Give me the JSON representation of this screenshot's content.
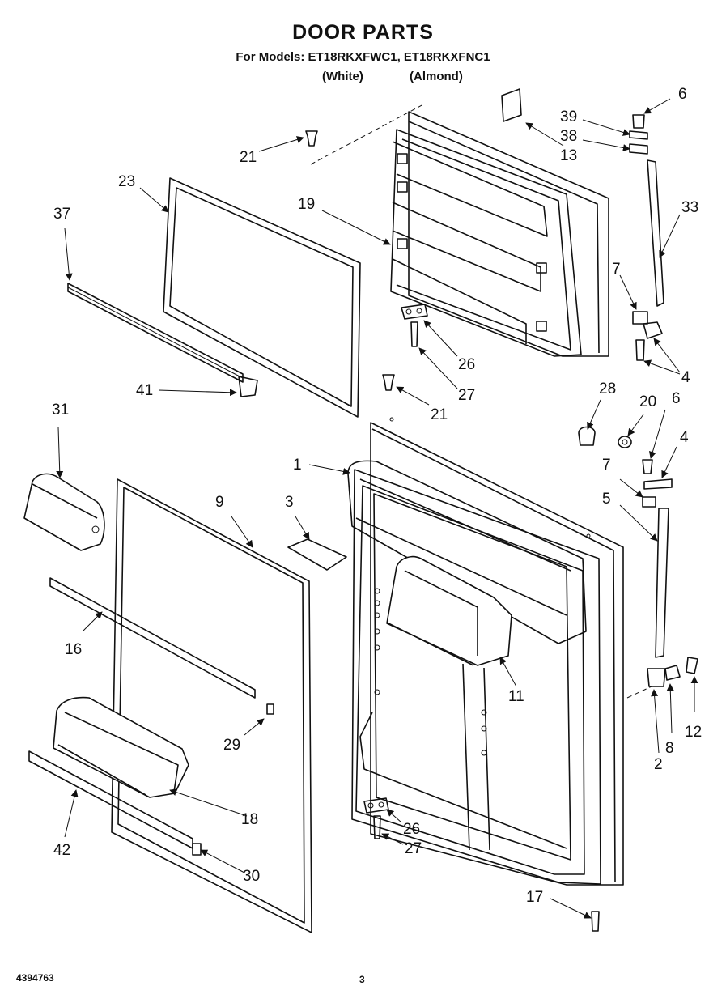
{
  "header": {
    "title": "DOOR PARTS",
    "subtitle": "For Models: ET18RKXFWC1, ET18RKXFNC1",
    "variants": [
      "(White)",
      "(Almond)"
    ]
  },
  "footer": {
    "doc_number": "4394763",
    "page_number": "3"
  },
  "callouts": [
    "6",
    "39",
    "38",
    "13",
    "21",
    "23",
    "19",
    "33",
    "37",
    "7",
    "26",
    "4",
    "27",
    "41",
    "28",
    "20",
    "6",
    "21",
    "31",
    "1",
    "4",
    "7",
    "5",
    "9",
    "3",
    "16",
    "11",
    "8",
    "12",
    "29",
    "2",
    "18",
    "26",
    "27",
    "42",
    "30",
    "17"
  ]
}
